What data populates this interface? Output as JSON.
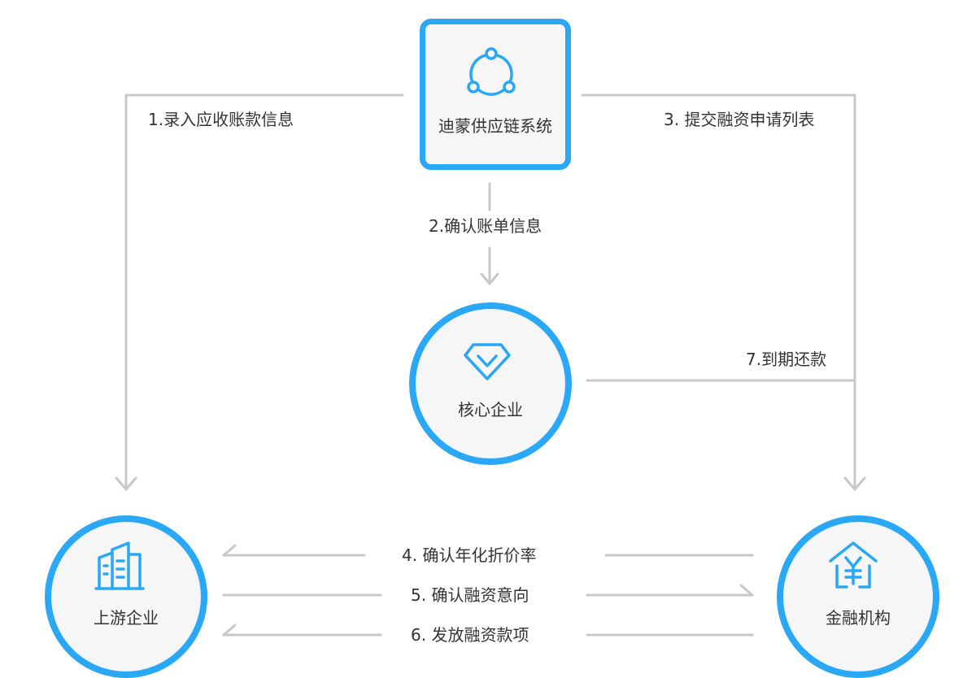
{
  "nodes": {
    "system": {
      "label": "迪蒙供应链系统",
      "icon": "share-nodes-icon"
    },
    "core": {
      "label": "核心企业",
      "icon": "diamond-icon"
    },
    "upstream": {
      "label": "上游企业",
      "icon": "building-icon"
    },
    "finance": {
      "label": "金融机构",
      "icon": "yen-house-icon"
    }
  },
  "steps": {
    "s1": "1.录入应收账款信息",
    "s2": "2.确认账单信息",
    "s3": "3. 提交融资申请列表",
    "s4": "4. 确认年化折价率",
    "s5": "5. 确认融资意向",
    "s6": "6. 发放融资款项",
    "s7": "7.到期还款"
  },
  "colors": {
    "accent": "#2aa7f5",
    "line": "#c8c8c8",
    "text": "#333333"
  }
}
